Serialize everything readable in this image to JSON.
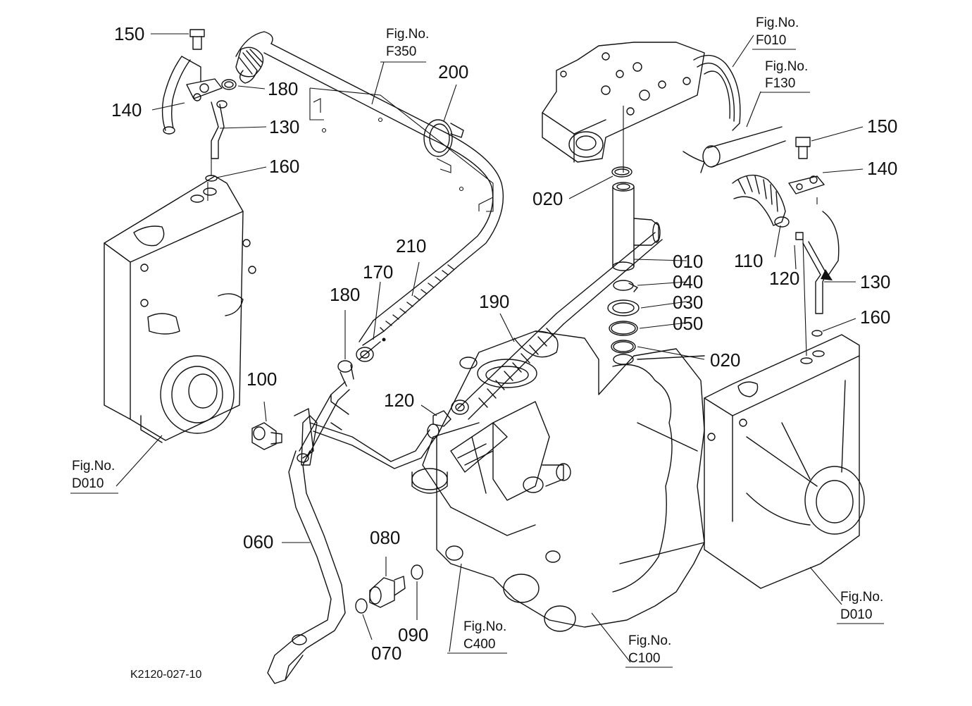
{
  "diagram_code": "K2120-027-10",
  "fig_refs": {
    "f350": {
      "title": "Fig.No.",
      "code": "F350"
    },
    "f010": {
      "title": "Fig.No.",
      "code": "F010"
    },
    "f130": {
      "title": "Fig.No.",
      "code": "F130"
    },
    "d010_left": {
      "title": "Fig.No.",
      "code": "D010"
    },
    "d010_right": {
      "title": "Fig.No.",
      "code": "D010"
    },
    "c400": {
      "title": "Fig.No.",
      "code": "C400"
    },
    "c100": {
      "title": "Fig.No.",
      "code": "C100"
    }
  },
  "parts": {
    "p150_left": "150",
    "p180_top": "180",
    "p140_left": "140",
    "p130_left": "130",
    "p160_left": "160",
    "p200": "200",
    "p210": "210",
    "p170": "170",
    "p180_mid": "180",
    "p190": "190",
    "p100": "100",
    "p120_mid": "120",
    "p060": "060",
    "p080": "080",
    "p090": "090",
    "p070": "070",
    "p020_top": "020",
    "p010": "010",
    "p040": "040",
    "p030": "030",
    "p050": "050",
    "p020_bottom": "020",
    "p150_right": "150",
    "p140_right": "140",
    "p110": "110",
    "p120_right": "120",
    "p130_right": "130",
    "p160_right": "160"
  }
}
